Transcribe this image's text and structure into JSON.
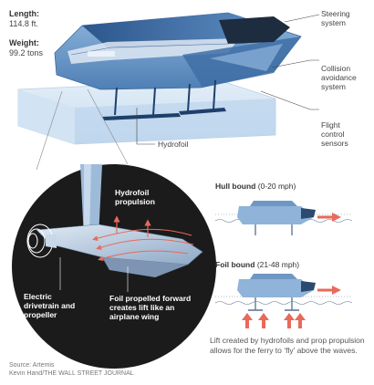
{
  "specs": {
    "length_label": "Length:",
    "length_value": "114.8 ft.",
    "weight_label": "Weight:",
    "weight_value": "99.2 tons"
  },
  "callouts": {
    "steering": [
      "Steering",
      "system"
    ],
    "collision": [
      "Collision",
      "avoidance",
      "system"
    ],
    "flight": [
      "Flight",
      "control",
      "sensors"
    ],
    "hydrofoil": "Hydrofoil"
  },
  "detail": {
    "propulsion": [
      "Hydrofoil",
      "propulsion"
    ],
    "drivetrain": [
      "Electric",
      "drivetrain and",
      "propeller"
    ],
    "lift": [
      "Foil propelled forward",
      "creates lift like an",
      "airplane wing"
    ]
  },
  "modes": {
    "hull_title": "Hull bound",
    "hull_speed": "(0-20 mph)",
    "foil_title": "Foil bound",
    "foil_speed": "(21-48 mph)",
    "caption": [
      "Lift created by hydrofoils and prop propulsion",
      "allows for the ferry to ‘fly’ above the waves."
    ]
  },
  "source": {
    "line1": "Source: Artemis",
    "line2": "Kevin Hand/THE WALL STREET JOURNAL"
  },
  "colors": {
    "hull_blue": "#6f9fcf",
    "hull_dark": "#1f3f6b",
    "water": "#cfe0f0",
    "arrow_red": "#e86a5a",
    "detail_bg": "#1b1b1b"
  }
}
